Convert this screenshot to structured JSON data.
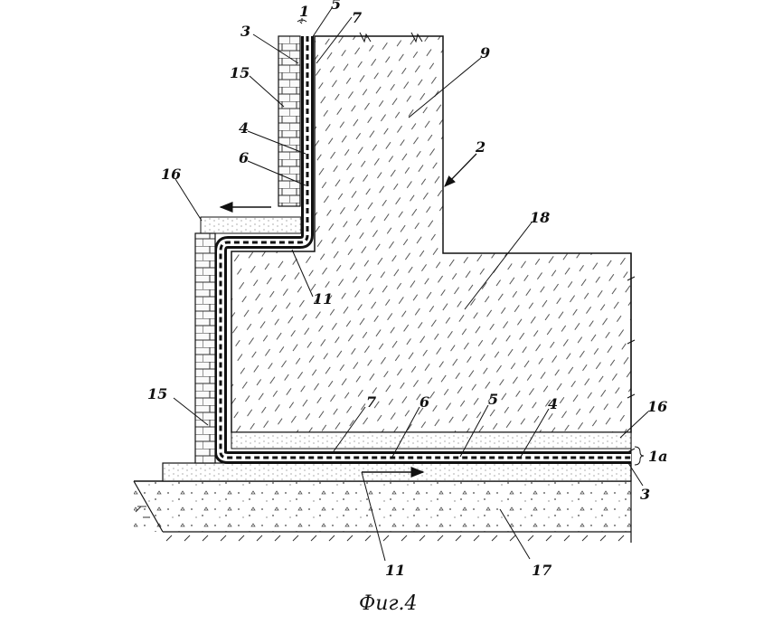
{
  "caption": "Фиг.4",
  "labels": {
    "l1": "1",
    "l5_top": "5",
    "l7_top": "7",
    "l3_top": "3",
    "l15_top": "15",
    "l4_left": "4",
    "l6_left": "6",
    "l16_left": "16",
    "l9": "9",
    "l2": "2",
    "l18": "18",
    "l11_upper": "11",
    "l15_low": "15",
    "l7_bot": "7",
    "l6_bot": "6",
    "l5_bot": "5",
    "l4_bot": "4",
    "l16_right": "16",
    "l1a": "1a",
    "l3_right": "3",
    "l11_lower": "11",
    "l17": "17"
  }
}
